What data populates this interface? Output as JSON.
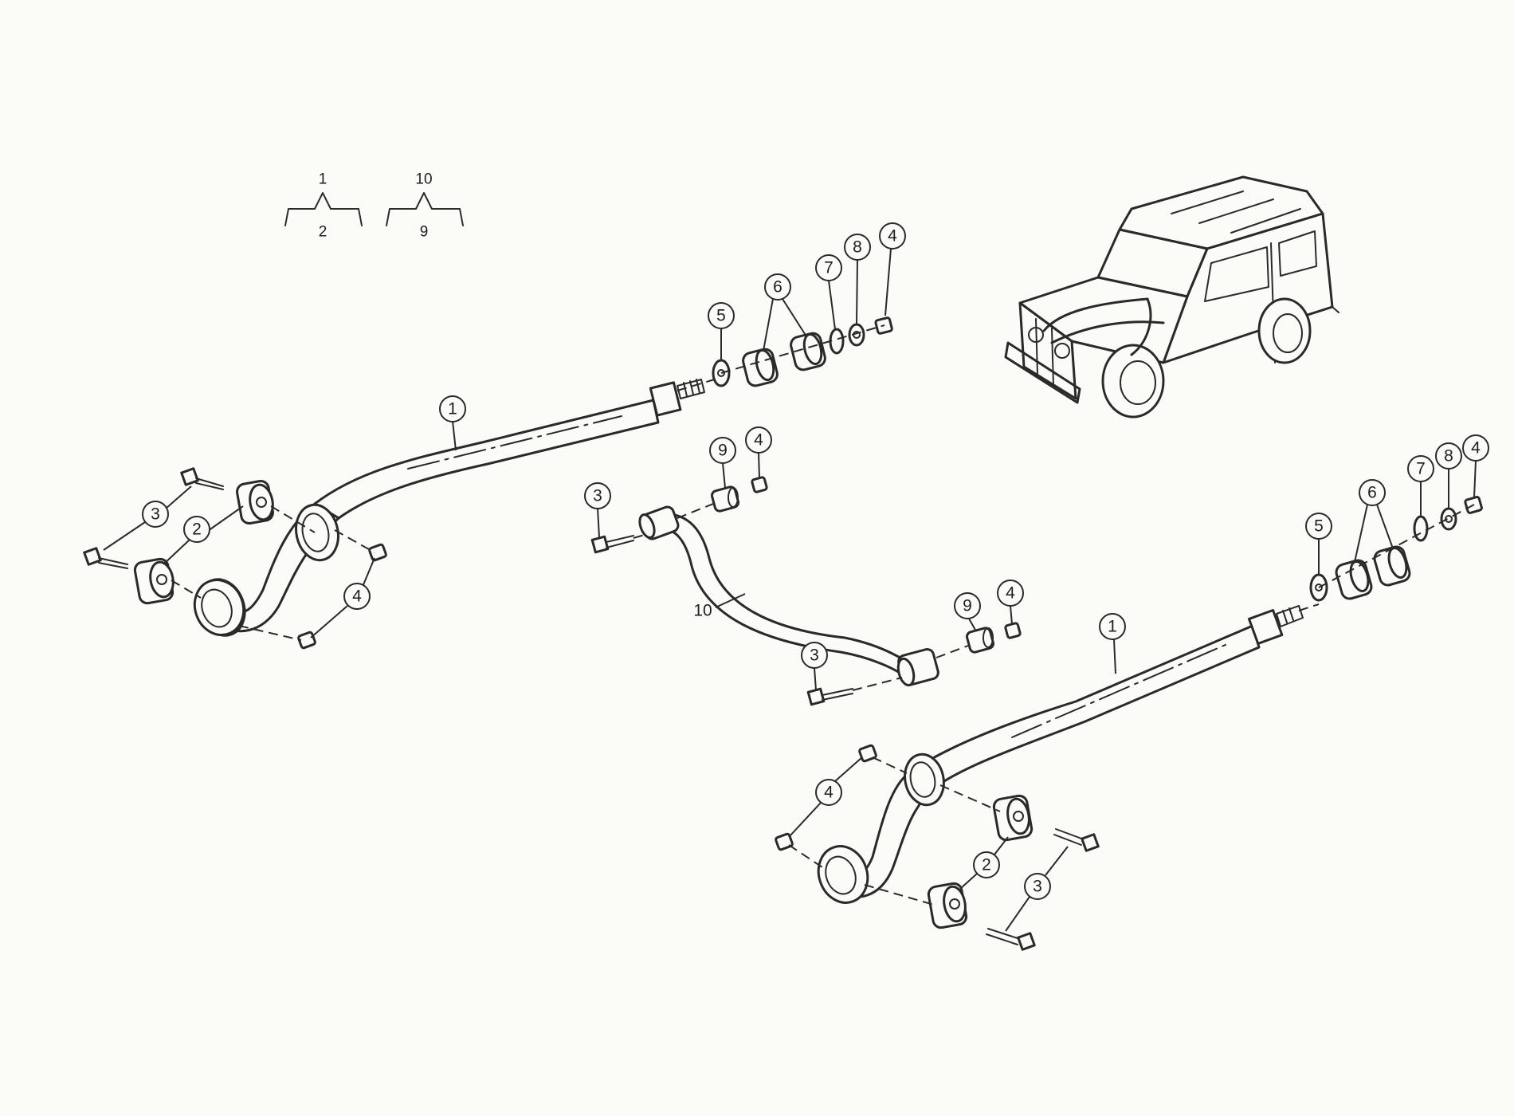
{
  "legend": [
    {
      "top": "1",
      "bottom": "2"
    },
    {
      "top": "10",
      "bottom": "9"
    }
  ],
  "callouts": {
    "left_arm": {
      "arm": "1",
      "bushing": "2",
      "bolt": "3",
      "nut": "4"
    },
    "left_rod_end": {
      "washer_5": "5",
      "rubber_6": "6",
      "washer_7": "7",
      "washer_8": "8",
      "nut_4": "4"
    },
    "panhard": {
      "rod": "10",
      "sleeve_top": "9",
      "nut_top": "4",
      "bolt_top": "3",
      "sleeve_bottom": "9",
      "nut_bottom": "4",
      "bolt_bottom": "3"
    },
    "right_rod_end": {
      "washer_5": "5",
      "rubber_6": "6",
      "washer_7": "7",
      "washer_8": "8",
      "nut_4": "4"
    },
    "right_arm": {
      "arm": "1",
      "nut": "4",
      "bushing": "2",
      "bolt": "3"
    }
  },
  "icons": {
    "vehicle": "suv-locator-icon"
  }
}
